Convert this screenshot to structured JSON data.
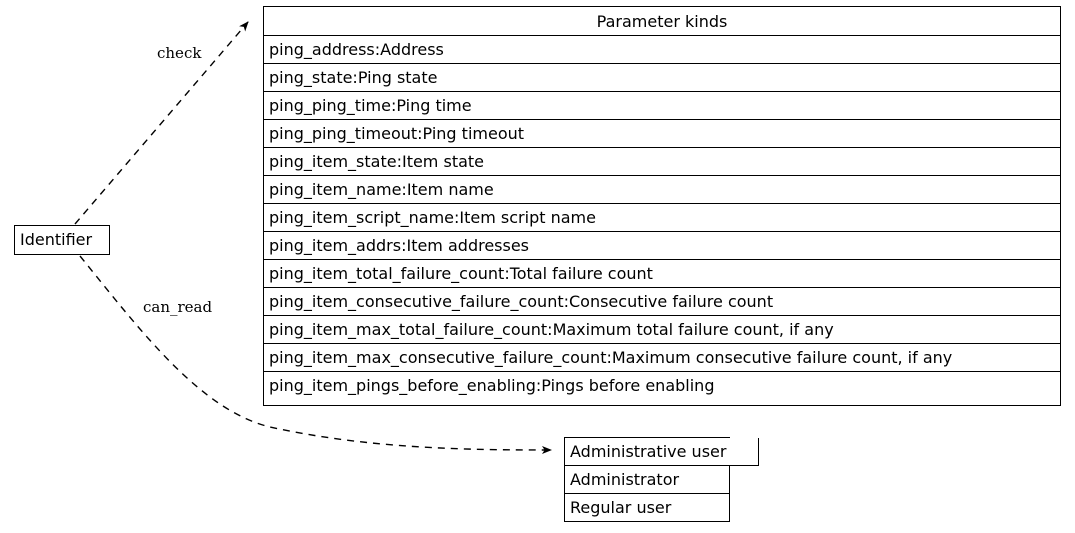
{
  "diagram": {
    "type": "entity-relationship-record-diagram",
    "background": "#ffffff",
    "line_color": "#000000",
    "text_color": "#000000"
  },
  "nodes": {
    "identifier": {
      "label": "Identifier",
      "shape": "box"
    },
    "parameter_kinds": {
      "header": "Parameter kinds",
      "rows": [
        "ping_address:Address",
        "ping_state:Ping state",
        "ping_ping_time:Ping time",
        "ping_ping_timeout:Ping timeout",
        "ping_item_state:Item state",
        "ping_item_name:Item name",
        "ping_item_script_name:Item script name",
        "ping_item_addrs:Item addresses",
        "ping_item_total_failure_count:Total failure count",
        "ping_item_consecutive_failure_count:Consecutive failure count",
        "ping_item_max_total_failure_count:Maximum total failure count, if any",
        "ping_item_max_consecutive_failure_count:Maximum consecutive failure count, if any",
        "ping_item_pings_before_enabling:Pings before enabling"
      ]
    },
    "administrative_user": {
      "header": "Administrative user",
      "rows": [
        "Administrator",
        "Regular user"
      ]
    }
  },
  "edges": [
    {
      "id": "check",
      "label": "check",
      "from": "identifier",
      "to": "parameter_kinds",
      "style": "dashed",
      "arrowhead": "normal"
    },
    {
      "id": "can_read",
      "label": "can_read",
      "from": "identifier",
      "to": "administrative_user",
      "style": "dashed",
      "arrowhead": "normal"
    }
  ]
}
